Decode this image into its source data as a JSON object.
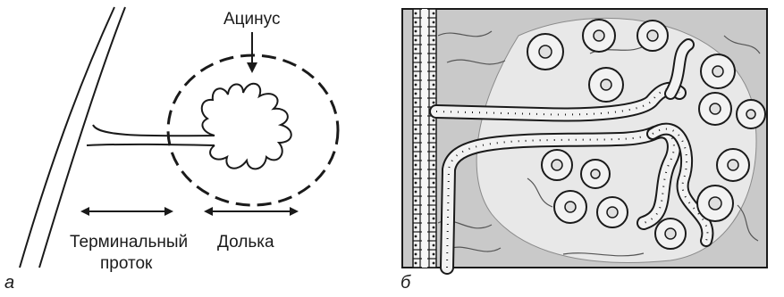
{
  "panel_a": {
    "letter": "а",
    "acinus_label": "Ацинус",
    "duct_label_line1": "Терминальный",
    "duct_label_line2": "проток",
    "lobule_label": "Долька"
  },
  "panel_b": {
    "letter": "б"
  },
  "colors": {
    "line": "#1a1a1a",
    "tissue_bg": "#c9c9c9",
    "stroma_light": "#e8e8e8",
    "cell_fill": "#f2f2f2"
  }
}
